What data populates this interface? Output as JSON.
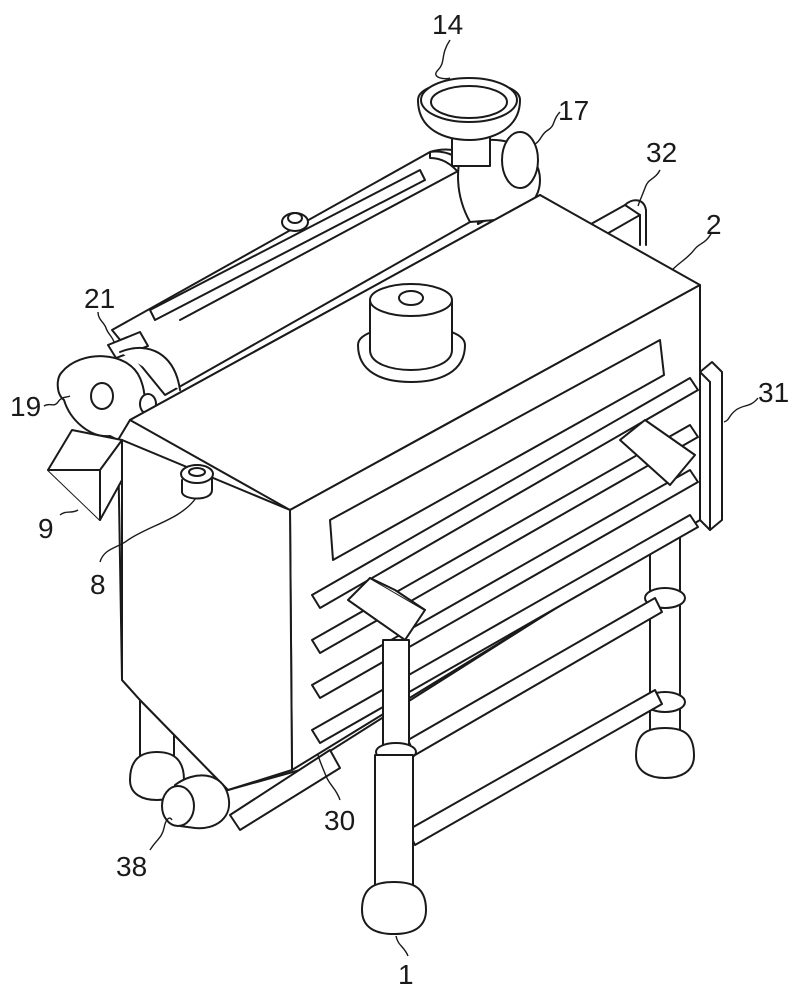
{
  "figure": {
    "labels": [
      "14",
      "17",
      "32",
      "2",
      "21",
      "19",
      "31",
      "9",
      "8",
      "30",
      "38",
      "1"
    ]
  }
}
